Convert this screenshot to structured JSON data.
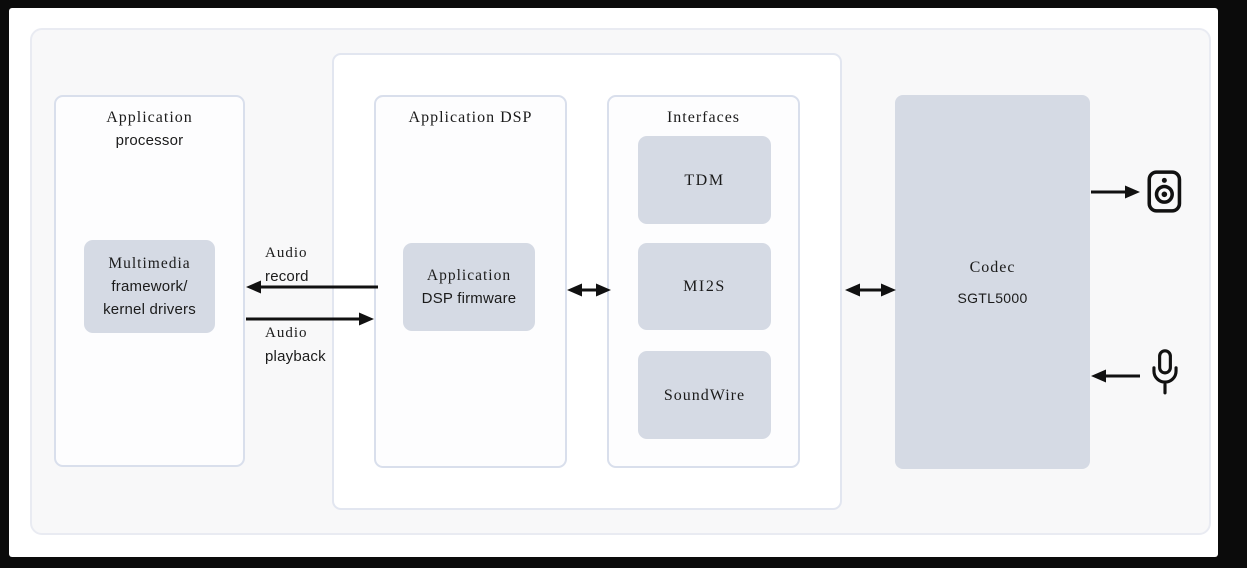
{
  "colors": {
    "frame": "#0b0b0b",
    "page_bg": "#ffffff",
    "container_bg": "#f8f8f9",
    "container_border": "#e9ebf2",
    "box_border": "#d9dfec",
    "module_fill": "#d5dae4",
    "arrow": "#111111",
    "text": "#1b1b1b"
  },
  "diagram": {
    "application_processor": {
      "title_lines": [
        "Application",
        "processor"
      ],
      "module_lines": [
        "Multimedia",
        "framework/",
        "kernel drivers"
      ]
    },
    "application_dsp": {
      "title": "Application DSP",
      "module_lines": [
        "Application",
        "DSP firmware"
      ]
    },
    "interfaces": {
      "title": "Interfaces",
      "modules": [
        "TDM",
        "MI2S",
        "SoundWire"
      ]
    },
    "codec": {
      "title": "Codec",
      "subtitle": "SGTL5000"
    },
    "flow_labels": {
      "record_lines": [
        "Audio",
        "record"
      ],
      "playback_lines": [
        "Audio",
        "playback"
      ]
    },
    "icons": {
      "speaker": "speaker",
      "mic": "microphone"
    }
  }
}
